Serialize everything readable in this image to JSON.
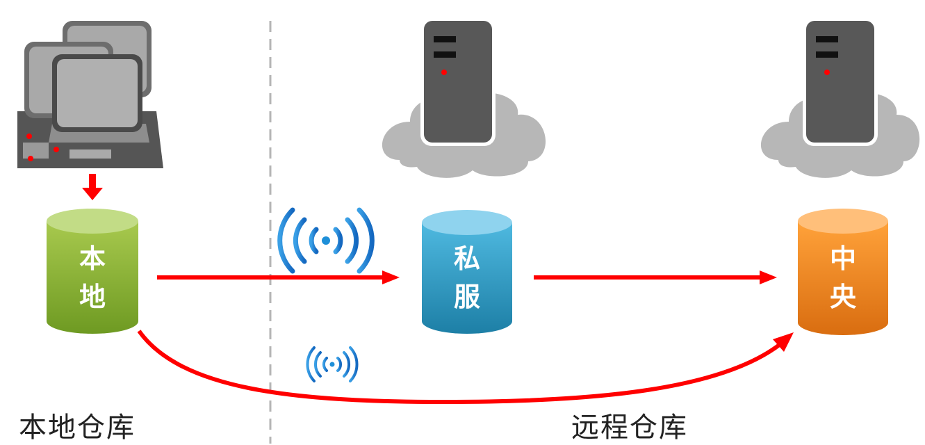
{
  "diagram": {
    "local_db": {
      "line1": "本",
      "line2": "地"
    },
    "private_db": {
      "line1": "私",
      "line2": "服"
    },
    "central_db": {
      "line1": "中",
      "line2": "央"
    },
    "local_label": "本地仓库",
    "remote_label": "远程仓库",
    "colors": {
      "arrow": "#ff0000",
      "local": "#8db33a",
      "private": "#2c9ec9",
      "central": "#f08a1e",
      "server": "#5a5a5a",
      "cloud": "#b7b7b7",
      "wifi": "#1e8fd8"
    },
    "icons": [
      "computers-icon",
      "server-icon",
      "cloud-icon",
      "wifi-icon",
      "database-icon"
    ]
  }
}
